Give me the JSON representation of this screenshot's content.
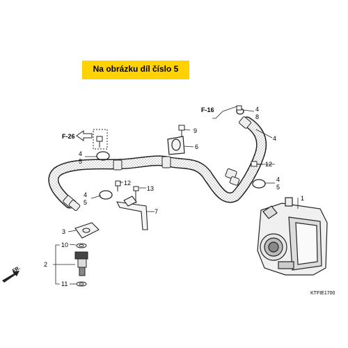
{
  "banner": {
    "text": "Na obrázku díl číslo 5",
    "color": "#ffd200"
  },
  "refs": {
    "f26": "F-26",
    "f16": "F-16"
  },
  "direction": {
    "text": "FR."
  },
  "diagram_code": "KTFIE1700",
  "callouts": {
    "c1": "1",
    "c2": "2",
    "c3": "3",
    "c4a": "4",
    "c4b": "4",
    "c4c": "4",
    "c4d": "4",
    "c4e": "4",
    "c5a": "5",
    "c5b": "5",
    "c5c": "5",
    "c6": "6",
    "c7": "7",
    "c8": "8",
    "c9": "9",
    "c10": "10",
    "c11": "11",
    "c12a": "12",
    "c12b": "12",
    "c13": "13"
  }
}
